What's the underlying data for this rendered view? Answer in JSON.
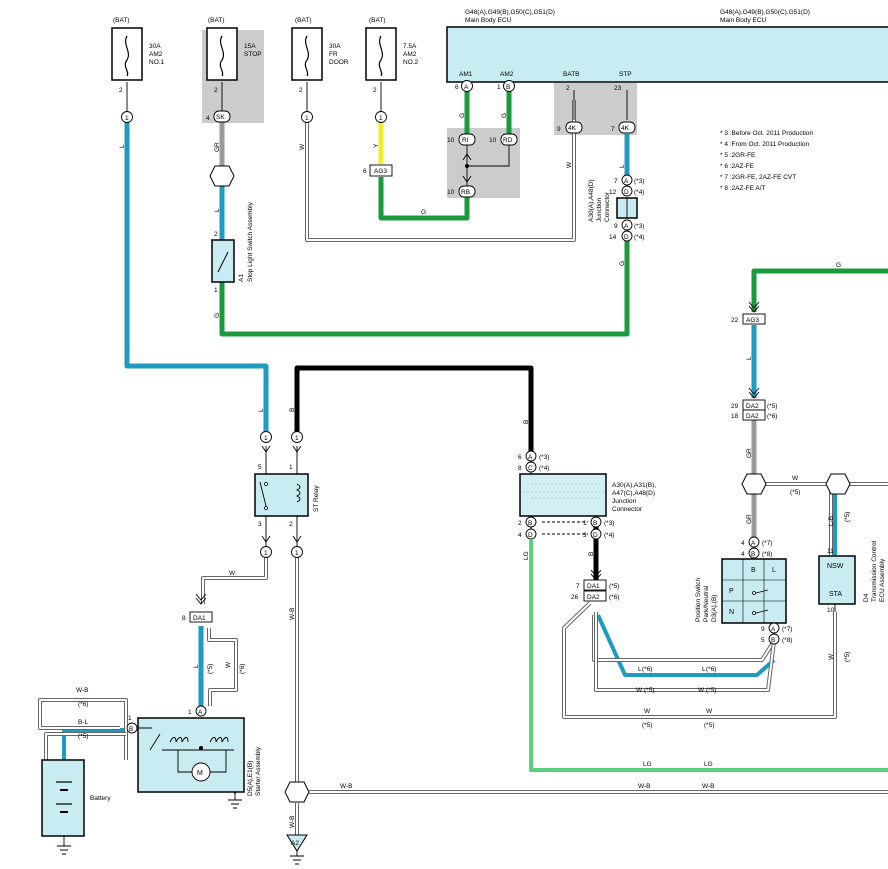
{
  "ecu": {
    "left_header_line1": "G48(A),G49(B),G50(C),G51(D)",
    "left_header_line2": "Main Body ECU",
    "right_header_line1": "G48(A),G49(B),G50(C),G51(D)",
    "right_header_line2": "Main Body ECU",
    "pins": [
      "AM1",
      "AM2",
      "BATB",
      "STP"
    ]
  },
  "fuses": [
    {
      "source": "(BAT)",
      "rating": "30A",
      "name1": "AM2",
      "name2": "NO.1"
    },
    {
      "source": "(BAT)",
      "rating": "15A",
      "name1": "STOP",
      "name2": ""
    },
    {
      "source": "(BAT)",
      "rating": "30A",
      "name1": "FR",
      "name2": "DOOR"
    },
    {
      "source": "(BAT)",
      "rating": "7.5A",
      "name1": "AM2",
      "name2": "NO.2"
    }
  ],
  "notes": [
    "* 3 :Before Oct. 2011 Production",
    "* 4 :From Oct. 2011 Production",
    "* 5 :2GR-FE",
    "* 6 :2AZ-FE",
    "* 7 :2GR-FE, 2AZ-FE CVT",
    "* 8 :2AZ-FE A/T"
  ],
  "components": {
    "stop_light_switch": {
      "code": "A1",
      "name": "Stop Light Switch Assembly"
    },
    "junction_top": {
      "code": "A30(A),A48(D)",
      "line2": "Junction",
      "line3": "Connector"
    },
    "st_relay": {
      "name": "ST Relay"
    },
    "junction_mid": {
      "line1": "A30(A),A31(B),",
      "line2": "A47(C),A48(D)",
      "line3": "Junction",
      "line4": "Connector"
    },
    "pn_switch": {
      "code": "D3(A),(B)",
      "line2": "Park/Neutral",
      "line3": "Position Switch",
      "cell_b": "B",
      "cell_l": "L",
      "cell_p": "P",
      "cell_n": "N"
    },
    "tcm": {
      "code": "D4",
      "line2": "Transmission Control",
      "line3": "ECU Assembly",
      "pin_nsw": "NSW",
      "pin_sta": "STA"
    },
    "starter": {
      "code": "D5(A),E1(B)",
      "name": "Starter Assembly",
      "motor": "M"
    },
    "battery": {
      "name": "Battery"
    },
    "ground": {
      "code": "A2"
    }
  },
  "connectors": {
    "sk": "SK",
    "ri": "RI",
    "rd": "RD",
    "rb": "RB",
    "ag3": "AG3",
    "k4": "4K",
    "da1": "DA1",
    "da2": "DA2"
  },
  "wire_colors": {
    "L": "#1e9bc0",
    "G": "#1a9a3c",
    "B": "#000000",
    "Y": "#f2ec2a",
    "GR": "#9a9a9a",
    "LG": "#5ccf7d",
    "W": "#ffffff"
  },
  "wire_labels": {
    "l": "L",
    "g": "G",
    "gr": "GR",
    "w": "W",
    "y": "Y",
    "b": "B",
    "lg": "LG",
    "wb": "W-B",
    "bl": "B-L",
    "lb": "L-B"
  },
  "pin_numbers": {
    "p1": "1",
    "p2": "2",
    "p3": "3",
    "p4": "4",
    "p5": "5",
    "p6": "6",
    "p7": "7",
    "p8": "8",
    "p9": "9",
    "p10": "10",
    "p11": "11",
    "p12": "12",
    "p14": "14",
    "p18": "18",
    "p22": "22",
    "p23": "23",
    "p26": "26",
    "p29": "29"
  },
  "pin_letters": {
    "a": "A",
    "b": "B",
    "c": "C",
    "d": "D"
  },
  "refs": {
    "r3": "(*3)",
    "r4": "(*4)",
    "r5": "(*5)",
    "r6": "(*6)",
    "r7": "(*7)",
    "r8": "(*8)"
  }
}
